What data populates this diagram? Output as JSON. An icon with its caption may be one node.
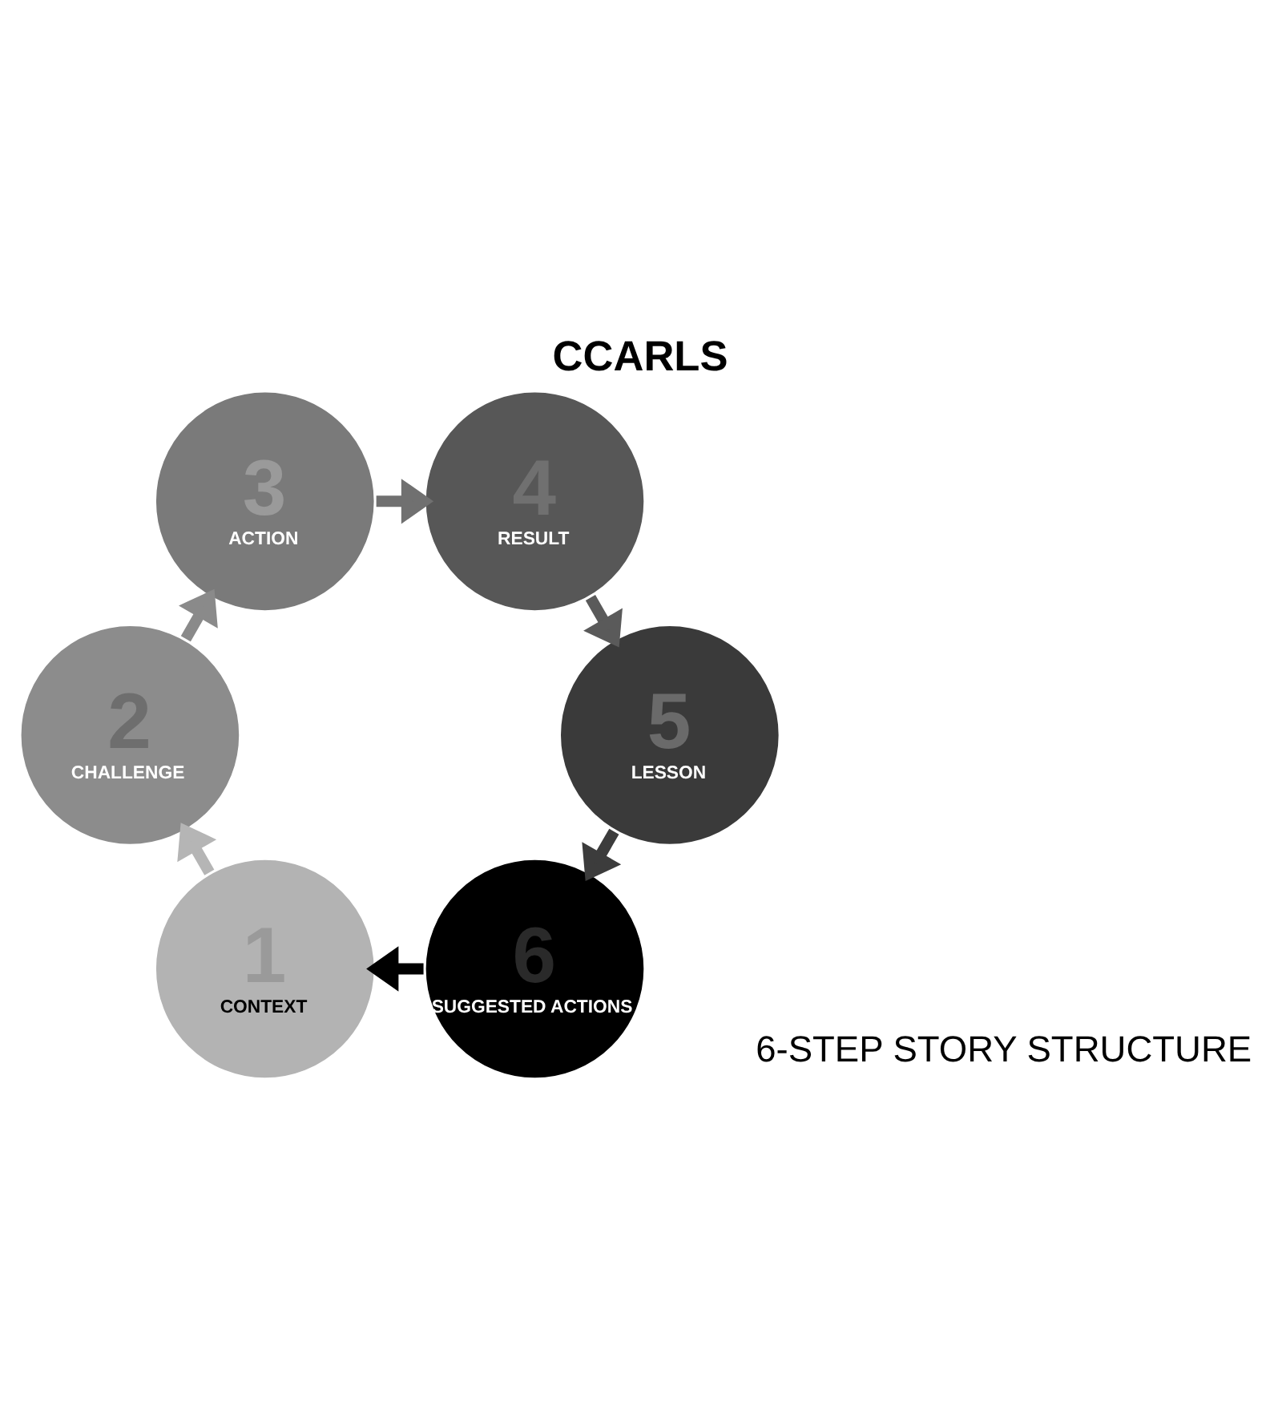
{
  "diagram": {
    "title": "CCARLS",
    "nodes": [
      {
        "text": [
          "1",
          "CONTEXT"
        ]
      },
      {
        "text": [
          "2",
          "CHALLENGE"
        ]
      },
      {
        "text": [
          "3",
          "ACTION"
        ]
      },
      {
        "text": [
          "4",
          "RESULT"
        ]
      },
      {
        "text": [
          "5",
          "LESSON"
        ]
      },
      {
        "text": [
          "6",
          "SUGGESTED ACTIONS"
        ]
      }
    ],
    "edges": [
      {
        "from": 0,
        "to": 1,
        "arrow": "to",
        "color": "#b5b5b5"
      },
      {
        "from": 1,
        "to": 2,
        "arrow": "to",
        "color": "#8a8a8a"
      },
      {
        "from": 2,
        "to": 3,
        "arrow": "to",
        "color": "#707070"
      },
      {
        "from": 3,
        "to": 4,
        "arrow": "to",
        "color": "#5a5a5a"
      },
      {
        "from": 4,
        "to": 5,
        "arrow": "to",
        "color": "#3c3c3c"
      },
      {
        "from": 5,
        "to": 0,
        "arrow": "to",
        "color": "#000000"
      }
    ],
    "labels": [
      "6-STEP STORY STRUCTURE"
    ]
  }
}
